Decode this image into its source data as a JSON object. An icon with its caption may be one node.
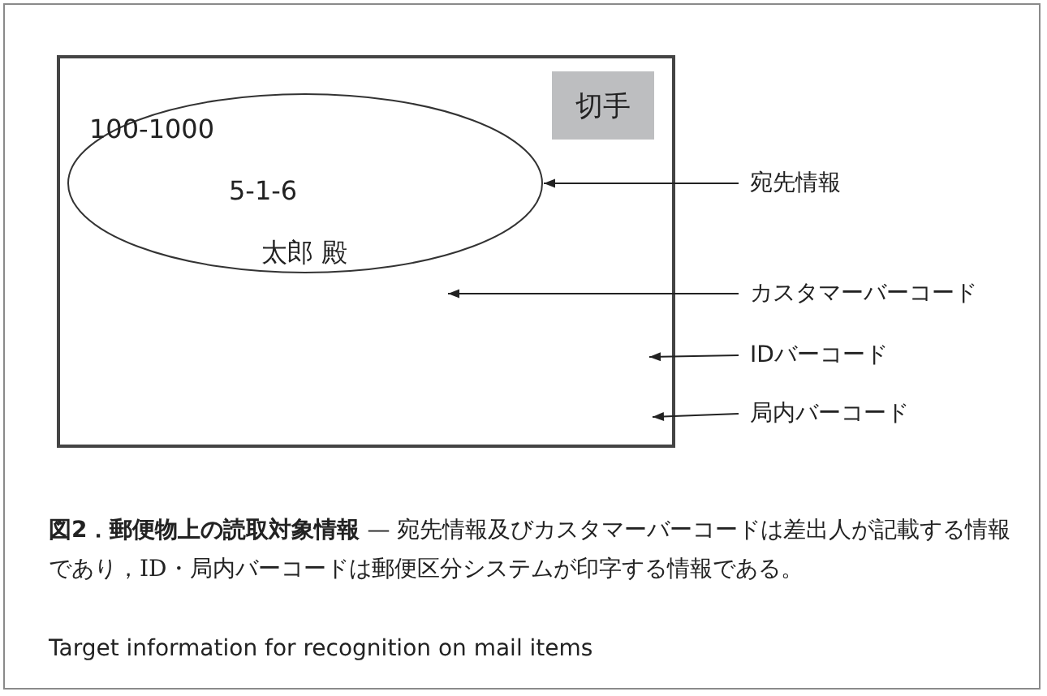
{
  "diagram": {
    "caption": "**図2．郵便物上の読取対象情報** — 宛先情報及びカスタマーバーコードは差出人が記載する情報であり，ID・局内バーコードは郵便区分システムが印字する情報である。",
    "nodes": [
      {
        "text": [],
        "shape": "box"
      },
      {
        "text": [
          "切手"
        ],
        "in": 0
      },
      {
        "text": [
          "100-1000",
          "5-1-6",
          "太郎 殿"
        ],
        "in": 0
      },
      {
        "text": [
          "宛先情報"
        ]
      },
      {
        "text": [
          "カスタマーバーコード"
        ]
      },
      {
        "text": [
          "IDバーコード"
        ]
      },
      {
        "text": [
          "局内バーコード"
        ]
      }
    ],
    "edges": [
      {
        "from": 3,
        "to": 2,
        "arrow": "to"
      },
      {
        "from": 4,
        "to": 0,
        "arrow": "to"
      },
      {
        "from": 5,
        "to": 0,
        "arrow": "to"
      },
      {
        "from": 6,
        "to": 0,
        "arrow": "to"
      }
    ],
    "labels": [
      "Target information for recognition on mail items"
    ]
  }
}
